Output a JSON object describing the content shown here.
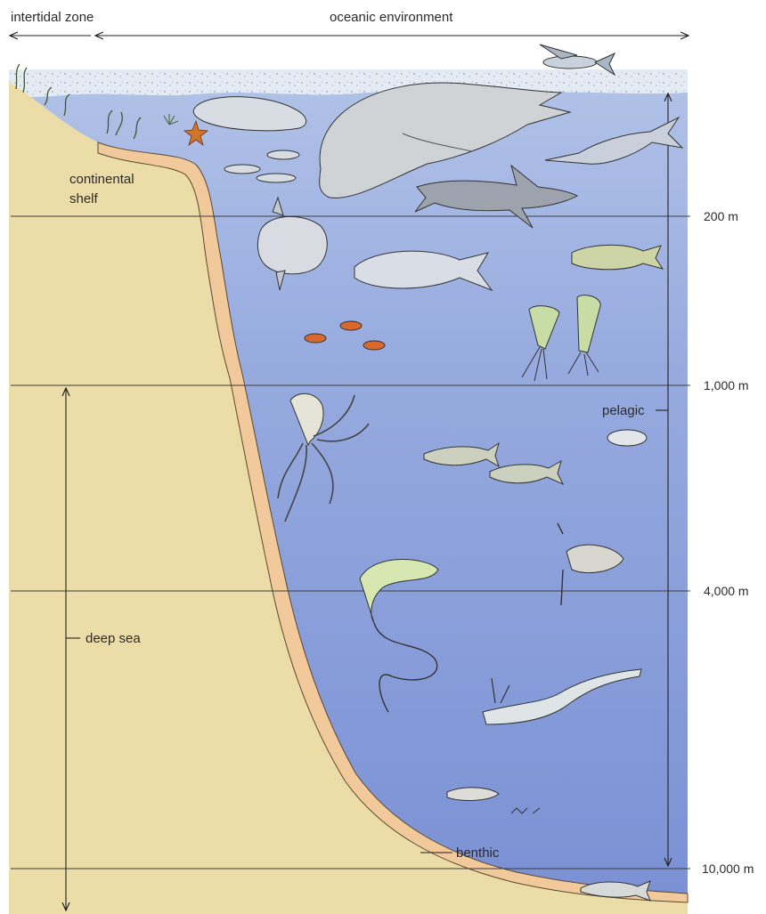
{
  "zones": {
    "intertidal": "intertidal zone",
    "oceanic": "oceanic environment",
    "continental_shelf_line1": "continental",
    "continental_shelf_line2": "shelf",
    "pelagic": "pelagic",
    "deep_sea": "deep sea",
    "benthic": "benthic"
  },
  "depths": [
    "200 m",
    "1,000 m",
    "4,000 m",
    "10,000 m"
  ],
  "colors": {
    "water_top": "#a7b9e2",
    "water_bottom": "#7f95d6",
    "land": "#ecdca8",
    "sand": "#f2c99b",
    "surface": "#dfe7f1"
  }
}
